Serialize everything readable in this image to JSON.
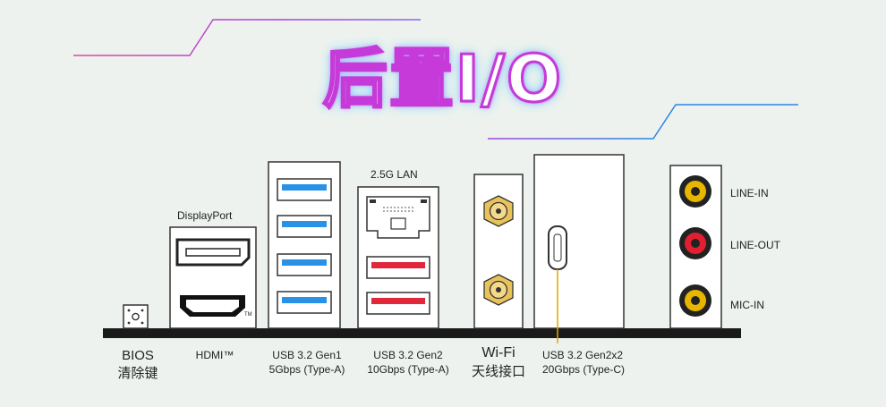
{
  "title": "后置I/O",
  "colors": {
    "accent_pink": "#e0479e",
    "accent_purple": "#a445e0",
    "accent_blue": "#2b86e3",
    "usb_blue": "#2a92e6",
    "usb_red": "#e0283a",
    "audio_yellow": "#e8b600",
    "audio_red": "#e02030",
    "usbc_line": "#e8a400"
  },
  "ports": {
    "bios": {
      "label_line1": "BIOS",
      "label_line2": "清除键"
    },
    "display": {
      "displayport_label": "DisplayPort",
      "hdmi_label": "HDMI™",
      "tm_mark": "TM"
    },
    "usb_gen1": {
      "label_line1": "USB 3.2 Gen1",
      "label_line2": "5Gbps (Type-A)"
    },
    "lan_usb_gen2": {
      "lan_label": "2.5G LAN",
      "label_line1": "USB 3.2 Gen2",
      "label_line2": "10Gbps (Type-A)"
    },
    "wifi": {
      "label_line1": "Wi-Fi",
      "label_line2": "天线接口"
    },
    "usbc": {
      "label_line1": "USB 3.2 Gen2x2",
      "label_line2": "20Gbps (Type-C)"
    },
    "audio": {
      "line_in": "LINE-IN",
      "line_out": "LINE-OUT",
      "mic_in": "MIC-IN"
    }
  }
}
